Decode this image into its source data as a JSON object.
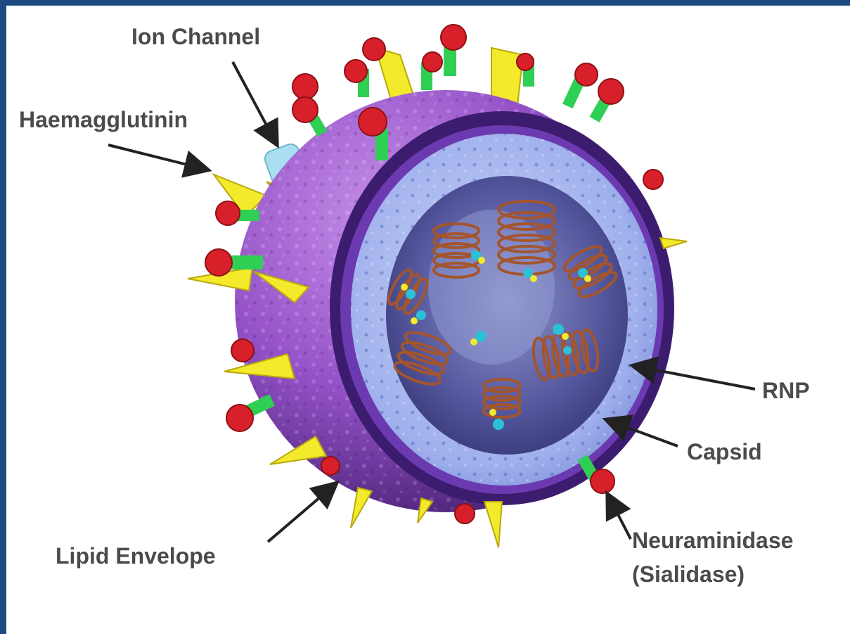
{
  "labels": {
    "ion_channel": "Ion Channel",
    "haemagglutinin": "Haemagglutinin",
    "rnp": "RNP",
    "capsid": "Capsid",
    "lipid_envelope": "Lipid Envelope",
    "neuraminidase": "Neuraminidase",
    "sialidase": "(Sialidase)"
  },
  "colors": {
    "frame": "#1d4a80",
    "envelope": "#8e4fc4",
    "capsid": "#9aa8e8",
    "core": "#3f3f8a",
    "spike_yellow": "#f2ea2a",
    "spike_green": "#2fcf54",
    "knob_red": "#d8202a",
    "rnp_coil": "#a4552c",
    "label_text": "#4b4b4b"
  }
}
